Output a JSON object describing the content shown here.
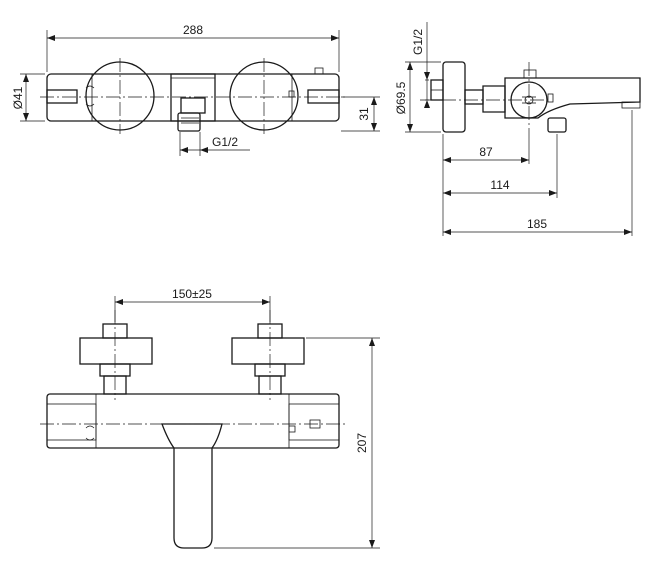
{
  "front_view": {
    "width": "288",
    "body_diameter": "Ø41",
    "depth": "31",
    "outlet_thread": "G1/2"
  },
  "side_view": {
    "inlet_thread": "G1/2",
    "handle_diameter": "Ø69.5",
    "offset_a": "87",
    "offset_b": "114",
    "overall_depth": "185"
  },
  "bottom_view": {
    "inlet_spacing": "150±25",
    "height": "207"
  }
}
